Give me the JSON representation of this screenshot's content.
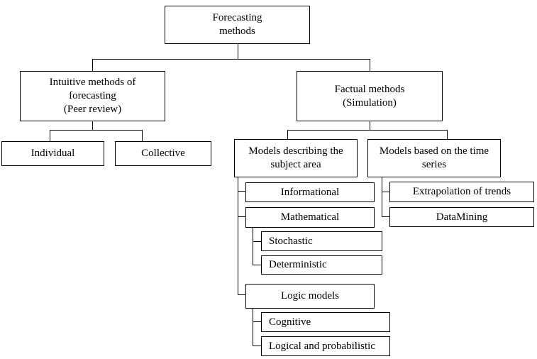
{
  "diagram": {
    "root": "Forecasting\nmethods",
    "intuitive": {
      "label": "Intuitive methods of\nforecasting\n(Peer review)",
      "children": [
        "Individual",
        "Collective"
      ]
    },
    "factual": {
      "label": "Factual methods\n(Simulation)",
      "subject_area": {
        "label": "Models describing the\nsubject area",
        "informational": "Informational",
        "mathematical": {
          "label": "Mathematical",
          "children": [
            "Stochastic",
            "Deterministic"
          ]
        },
        "logic": {
          "label": "Logic models",
          "children": [
            "Cognitive",
            "Logical and probabilistic"
          ]
        }
      },
      "time_series": {
        "label": "Models based on the time\nseries",
        "children": [
          "Extrapolation of trends",
          "DataMining"
        ]
      }
    }
  }
}
